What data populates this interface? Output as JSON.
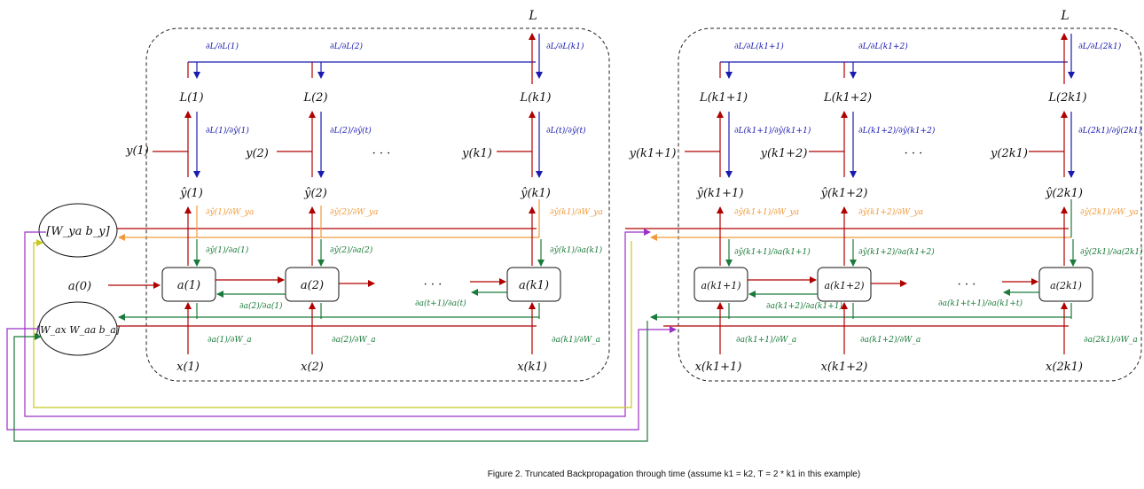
{
  "caption": "Figure 2. Truncated Backpropagation through time (assume k1 = k2, T = 2 * k1 in this example)",
  "colors": {
    "forward": "#b00000",
    "loss_grad": "#1a1ab0",
    "output_grad": "#f09a3a",
    "hidden_grad": "#1a7a3a",
    "param_ya": "#f09a3a",
    "param_a_purple": "#9b30c8",
    "param_a_green": "#1a7a3a",
    "param_yellow": "#c8c820",
    "box_border": "#111111",
    "region_border": "#222222"
  },
  "params": {
    "w_ya": "[W_ya  b_y]",
    "w_a": "[W_ax  W_aa  b_a]",
    "a0": "a(0)"
  },
  "segments": [
    {
      "total_loss": "L",
      "total_loss_grads": [
        "∂L/∂L(1)",
        "∂L/∂L(2)",
        "∂L/∂L(k1)"
      ],
      "losses": [
        "L(1)",
        "L(2)",
        "L(k1)"
      ],
      "loss_yhat_grads": [
        "∂L(1)/∂ŷ(1)",
        "∂L(2)/∂ŷ(t)",
        "∂L(t)/∂ŷ(t)"
      ],
      "targets": [
        "y(1)",
        "y(2)",
        "y(k1)"
      ],
      "preds": [
        "ŷ(1)",
        "ŷ(2)",
        "ŷ(k1)"
      ],
      "pred_w_grads": [
        "∂ŷ(1)/∂W_ya",
        "∂ŷ(2)/∂W_ya",
        "∂ŷ(k1)/∂W_ya"
      ],
      "pred_a_grads": [
        "∂ŷ(1)/∂a(1)",
        "∂ŷ(2)/∂a(2)",
        "∂ŷ(k1)/∂a(k1)"
      ],
      "hiddens": [
        "a(1)",
        "a(2)",
        "a(k1)"
      ],
      "hidden_back_grad": "∂a(2)/∂a(1)",
      "hidden_back_grad_far": "∂a(t+1)/∂a(t)",
      "hidden_w_grads": [
        "∂a(1)/∂W_a",
        "∂a(2)/∂W_a",
        "∂a(k1)/∂W_a"
      ],
      "inputs": [
        "x(1)",
        "x(2)",
        "x(k1)"
      ],
      "ellipsis": "· · ·"
    },
    {
      "total_loss": "L",
      "total_loss_grads": [
        "∂L/∂L(k1+1)",
        "∂L/∂L(k1+2)",
        "∂L/∂L(2k1)"
      ],
      "losses": [
        "L(k1+1)",
        "L(k1+2)",
        "L(2k1)"
      ],
      "loss_yhat_grads": [
        "∂L(k1+1)/∂ŷ(k1+1)",
        "∂L(k1+2)/∂ŷ(k1+2)",
        "∂L(2k1)/∂ŷ(2k1)"
      ],
      "targets": [
        "y(k1+1)",
        "y(k1+2)",
        "y(2k1)"
      ],
      "preds": [
        "ŷ(k1+1)",
        "ŷ(k1+2)",
        "ŷ(2k1)"
      ],
      "pred_w_grads": [
        "∂ŷ(k1+1)/∂W_ya",
        "∂ŷ(k1+2)/∂W_ya",
        "∂ŷ(2k1)/∂W_ya"
      ],
      "pred_a_grads": [
        "∂ŷ(k1+1)/∂a(k1+1)",
        "∂ŷ(k1+2)/∂a(k1+2)",
        "∂ŷ(2k1)/∂a(2k1)"
      ],
      "hiddens": [
        "a(k1+1)",
        "a(k1+2)",
        "a(2k1)"
      ],
      "hidden_back_grad": "∂a(k1+2)/∂a(k1+1)",
      "hidden_back_grad_far": "∂a(k1+t+1)/∂a(k1+t)",
      "hidden_w_grads": [
        "∂a(k1+1)/∂W_a",
        "∂a(k1+2)/∂W_a",
        "∂a(2k1)/∂W_a"
      ],
      "inputs": [
        "x(k1+1)",
        "x(k1+2)",
        "x(2k1)"
      ],
      "ellipsis": "· · ·"
    }
  ]
}
